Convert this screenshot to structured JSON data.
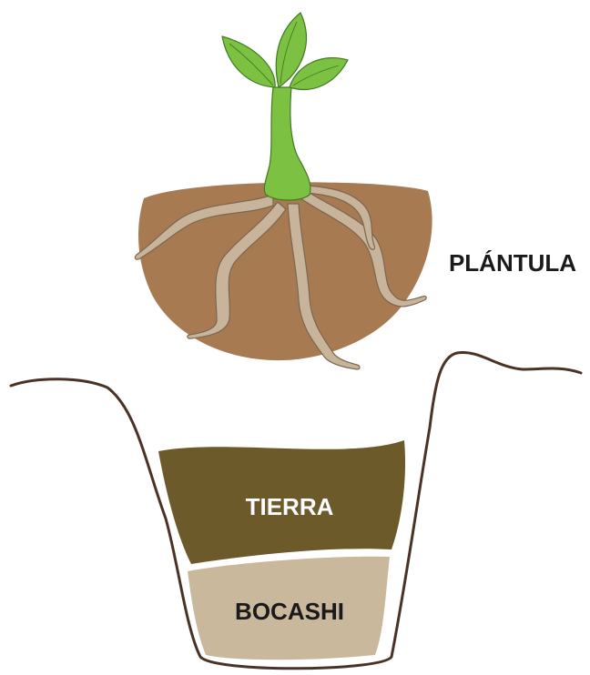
{
  "labels": {
    "plant": "PLÁNTULA",
    "top_layer": "TIERRA",
    "bottom_layer": "BOCASHI"
  },
  "colors": {
    "soil_ball": "#A87A52",
    "roots": "#C8B49A",
    "roots_outline": "#7A6650",
    "seedling": "#7DC142",
    "seedling_outline": "#3F7A22",
    "tierra": "#6C5A2A",
    "bocashi": "#C9B89C",
    "hole_outline": "#4A3326",
    "label_dark": "#1A1A1A",
    "label_light": "#FFFFFF"
  }
}
